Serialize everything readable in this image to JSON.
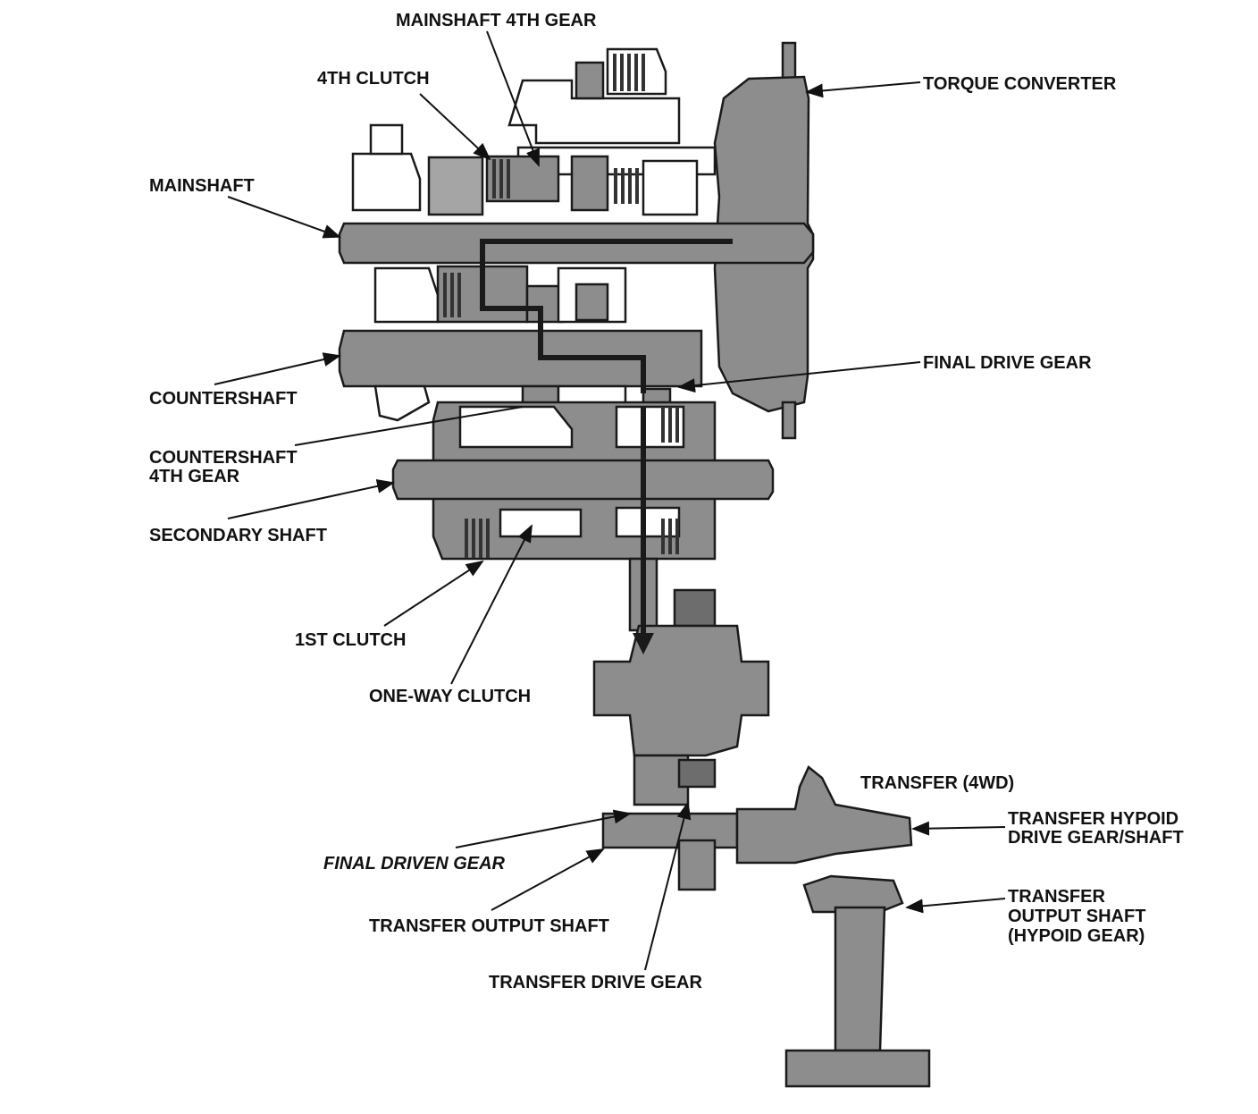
{
  "labels": {
    "mainshaft_4th_gear": "MAINSHAFT 4TH GEAR",
    "fourth_clutch": "4TH CLUTCH",
    "torque_converter": "TORQUE CONVERTER",
    "mainshaft": "MAINSHAFT",
    "final_drive_gear": "FINAL DRIVE GEAR",
    "countershaft": "COUNTERSHAFT",
    "countershaft_4th_gear_line1": "COUNTERSHAFT",
    "countershaft_4th_gear_line2": "4TH GEAR",
    "secondary_shaft": "SECONDARY SHAFT",
    "first_clutch": "1ST CLUTCH",
    "one_way_clutch": "ONE-WAY CLUTCH",
    "transfer_4wd": "TRANSFER (4WD)",
    "transfer_hypoid_line1": "TRANSFER HYPOID",
    "transfer_hypoid_line2": "DRIVE GEAR/SHAFT",
    "final_driven_gear": "FINAL DRIVEN GEAR",
    "transfer_output_line1": "TRANSFER",
    "transfer_output_line2": "OUTPUT SHAFT",
    "transfer_output_line3": "(HYPOID GEAR)",
    "transfer_output_shaft": "TRANSFER OUTPUT SHAFT",
    "transfer_drive_gear": "TRANSFER DRIVE GEAR"
  },
  "colors": {
    "part_fill": "#8d8d8d",
    "part_dark": "#6d6d6d",
    "outline": "#1a1a1a",
    "background": "#ffffff"
  }
}
